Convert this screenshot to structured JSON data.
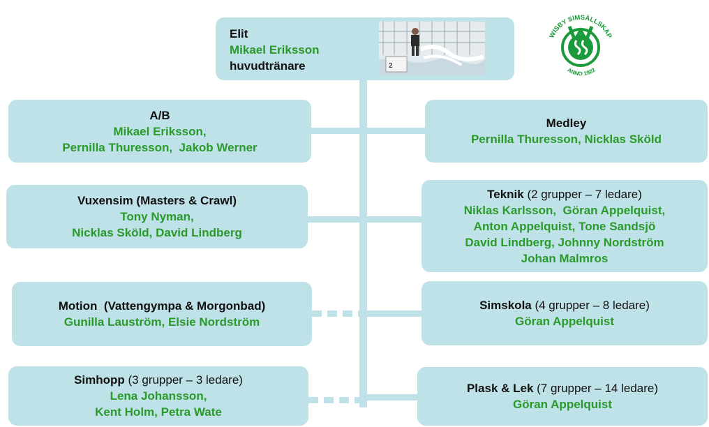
{
  "elit": {
    "title": "Elit",
    "coach": "Mikael Eriksson",
    "role": "huvudtränare"
  },
  "logo": {
    "top_text": "WISBY SIMSÄLLSKAP",
    "bottom_text": "ANNO 1922",
    "color": "#1a9a3a"
  },
  "groups": {
    "ab": {
      "title": "A/B",
      "line1": "Mikael Eriksson,",
      "line2": "Pernilla Thuresson,  Jakob Werner"
    },
    "medley": {
      "title": "Medley",
      "line1": "Pernilla Thuresson, Nicklas Sköld"
    },
    "vuxensim": {
      "title": "Vuxensim (Masters & Crawl)",
      "line1": "Tony Nyman,",
      "line2": "Nicklas Sköld, David Lindberg"
    },
    "teknik": {
      "title": "Teknik",
      "detail": " (2 grupper – 7 ledare)",
      "line1": "Niklas Karlsson,  Göran Appelquist,",
      "line2": "Anton Appelquist, Tone Sandsjö",
      "line3": "David Lindberg, Johnny Nordström",
      "line4": "Johan Malmros"
    },
    "motion": {
      "title": "Motion  (Vattengympa & Morgonbad)",
      "line1": "Gunilla Lauström, Elsie Nordström"
    },
    "simskola": {
      "title": "Simskola",
      "detail": " (4 grupper – 8 ledare)",
      "line1": "Göran Appelquist"
    },
    "simhopp": {
      "title": "Simhopp",
      "detail": " (3 grupper – 3 ledare)",
      "line1": "Lena Johansson,",
      "line2": "Kent Holm, Petra Wate"
    },
    "plask": {
      "title": "Plask & Lek",
      "detail": " (7 grupper – 14 ledare)",
      "line1": "Göran Appelquist"
    }
  },
  "colors": {
    "box": "#bfe1e8",
    "name_green": "#2a9a2a"
  }
}
